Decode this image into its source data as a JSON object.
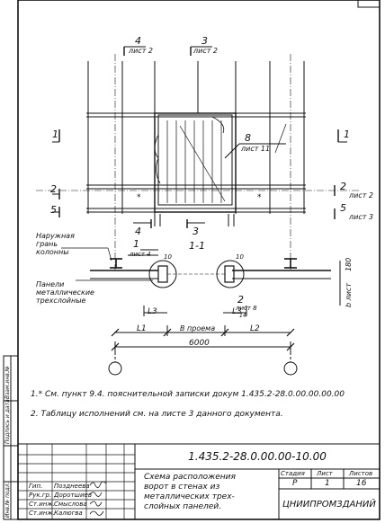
{
  "page_number_corner": "",
  "views": {
    "view4": {
      "number": "4",
      "sheet": "лист 2"
    },
    "view3": {
      "number": "3",
      "sheet": "лист 2"
    },
    "view8": {
      "number": "8",
      "sheet": "лист 11"
    }
  },
  "section_marks": {
    "left1": "1",
    "right1": "1",
    "left2": "2",
    "left5": "5",
    "right2": "2",
    "right2_sheet": "лист 2",
    "right5": "5",
    "right5_sheet": "лист 3",
    "bottom4": "4",
    "bottom3": "3"
  },
  "plan": {
    "label_1": "1",
    "label_1_sheet": "лист 4",
    "label_section": "1-1",
    "dim_10_left": "10",
    "dim_10_right": "10",
    "dim_180": "180",
    "dim_sheet_vert": "b лист",
    "callout_2": "2",
    "callout_2_sheet": "лист 8",
    "callout_2_sub": "14",
    "dim_L3_left": "L3",
    "dim_L3_right": "L3",
    "dim_L1": "L1",
    "dim_L2": "L2",
    "dim_opening": "B проема",
    "dim_total": "6000"
  },
  "leaders": {
    "edge_of_column": [
      "Наружная",
      "грань",
      "колонны"
    ],
    "metal_panels": [
      "Панели",
      "металлические",
      "трехслойные"
    ]
  },
  "notes": [
    "1.* См. пункт 9.4. пояснительной записки докум 1.435.2-28.0.00.00.00.00",
    "2. Таблицу исполнений см. на листе 3 данного документа."
  ],
  "title_block": {
    "designation": "1.435.2-28.0.00.00-10.00",
    "title": [
      "Схема расположения",
      "ворот в стенах из",
      "металлических трех-",
      "слойных панелей."
    ],
    "header_stage": "Стадия",
    "header_sheet": "Лист",
    "header_sheets": "Листов",
    "stage_value": "Р",
    "sheet_value": "1",
    "sheets_value": "16",
    "org": "ЦНИИПРОМЗДАНИЙ",
    "roles": [
      "Гип.",
      "Рук.гр.",
      "Ст.инж.",
      "Ст.инж."
    ],
    "names": [
      "Позднеева",
      "Доротшиев",
      "Смыслова",
      "Калюгва"
    ]
  },
  "side_stamp": {
    "labels": [
      "Инв.№ подл.",
      "Подпись и дата",
      "Взам.инв.№"
    ]
  }
}
